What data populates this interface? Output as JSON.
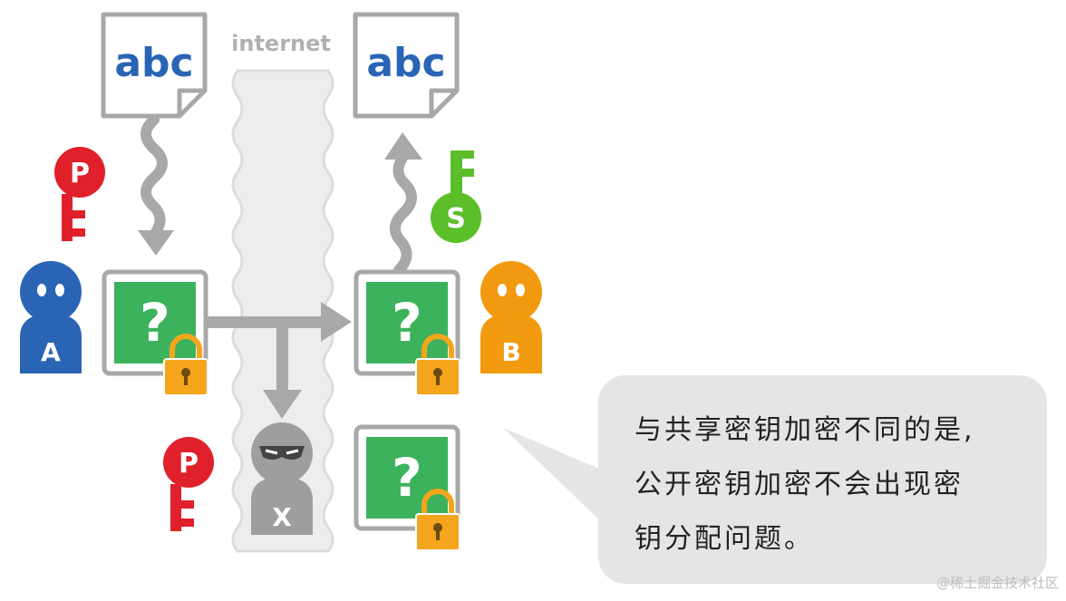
{
  "internet_label": "internet",
  "documents": {
    "sender_doc_text": "abc",
    "receiver_doc_text": "abc"
  },
  "encrypted_box_symbol": "?",
  "persons": {
    "sender": {
      "label": "A",
      "color": "#2a64b4"
    },
    "receiver": {
      "label": "B",
      "color": "#f29a0f"
    },
    "eavesdropper": {
      "label": "X",
      "color": "#9e9e9e"
    }
  },
  "keys": {
    "public_key_label": "P",
    "public_key_color": "#e0202a",
    "secret_key_label": "S",
    "secret_key_color": "#5bbf2a"
  },
  "box_color": "#3cb25c",
  "lock_color": "#f4a51c",
  "callout": {
    "lines": [
      "与共享密钥加密不同的是,",
      "公开密钥加密不会出现密",
      "钥分配问题。"
    ]
  },
  "watermark": "@稀土掘金技术社区"
}
